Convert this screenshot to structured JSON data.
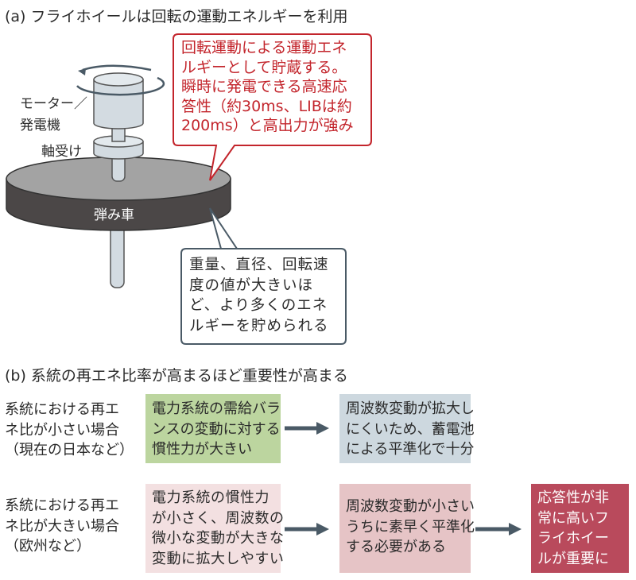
{
  "section_a": {
    "title": "(a) フライホイールは回転の運動エネルギーを利用",
    "labels": {
      "motor_line1": "モーター／",
      "motor_line2": "発電機",
      "bearing": "軸受け",
      "flywheel": "弾み車"
    },
    "red_callout": [
      "回転運動による運動エネ",
      "ルギーとして貯蔵する。",
      "瞬時に発電できる高速応",
      "答性（約30ms、LIBは約",
      "200ms）と高出力が強み"
    ],
    "gray_callout": [
      "重量、直径、回転速",
      "度の値が大きいほ",
      "ど、より多くのエネ",
      "ルギーを貯められる"
    ]
  },
  "section_b": {
    "title": "(b) 系統の再エネ比率が高まるほど重要性が高まる",
    "row1": {
      "label": [
        "系統における再エ",
        "ネ比が小さい場合",
        "（現在の日本など）"
      ],
      "box1": [
        "電力系統の需給バラ",
        "ンスの変動に対する",
        "慣性力が大きい"
      ],
      "box2": [
        "周波数変動が拡大し",
        "にくいため、蓄電池",
        "による平準化で十分"
      ]
    },
    "row2": {
      "label": [
        "系統における再エ",
        "ネ比が大きい場合",
        "（欧州など）"
      ],
      "box1": [
        "電力系統の慣性力",
        "が小さく、周波数の",
        "微小な変動が大きな",
        "変動に拡大しやすい"
      ],
      "box2": [
        "周波数変動が小さい",
        "うちに素早く平準化",
        "する必要がある"
      ],
      "box3": [
        "応答性が非",
        "常に高いフ",
        "ライホイー",
        "ルが重要に"
      ]
    }
  },
  "colors": {
    "red": "#c3252c",
    "dark_gray": "#4a5a66",
    "green_box": "#bcd59f",
    "blue_box": "#cdd8df",
    "pink_box": "#f3e0e1",
    "rose_box": "#e6c4c6",
    "crimson_box": "#b94a5c"
  }
}
